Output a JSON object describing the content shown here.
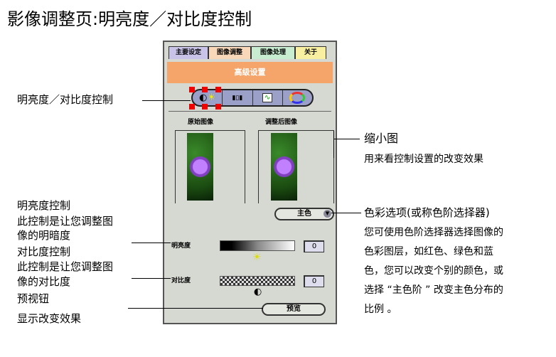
{
  "title": "影像调整页:明亮度／对比度控制",
  "panel": {
    "tabs": [
      "主要设定",
      "图像调整",
      "图像处理",
      "关于"
    ],
    "header": "高级设置",
    "toolbar_icons": [
      "brightness-contrast-icon",
      "histogram-icon",
      "curve-icon",
      "color-wheel-icon"
    ],
    "original_label": "原始图像",
    "adjusted_label": "调整后图像",
    "color_select": "主色",
    "brightness_label": "明亮度",
    "brightness_value": "0",
    "contrast_label": "对比度",
    "contrast_value": "0",
    "preview_button": "预览"
  },
  "annotations": {
    "bc_control": "明亮度／对比度控制",
    "thumb_title": "缩小图",
    "thumb_desc": "用来看控制设置的改变效果",
    "color_title": "色彩选项(或称色阶选择器)",
    "color_desc": [
      "您可使用色阶选择器选择图像的",
      "色彩图层，如红色、绿色和蓝",
      "色，您可以改变个别的颜色，或",
      "选择 “主色阶 ” 改变主色分布的",
      "比例 。"
    ],
    "brightness_title": "明亮度控制",
    "brightness_desc": [
      "此控制是让您调整图",
      "像的明暗度"
    ],
    "contrast_title": "对比度控制",
    "contrast_desc": [
      "此控制是让您调整图",
      "像的对比度"
    ],
    "preview_title": "预视钮",
    "preview_desc": "显示改变效果"
  }
}
